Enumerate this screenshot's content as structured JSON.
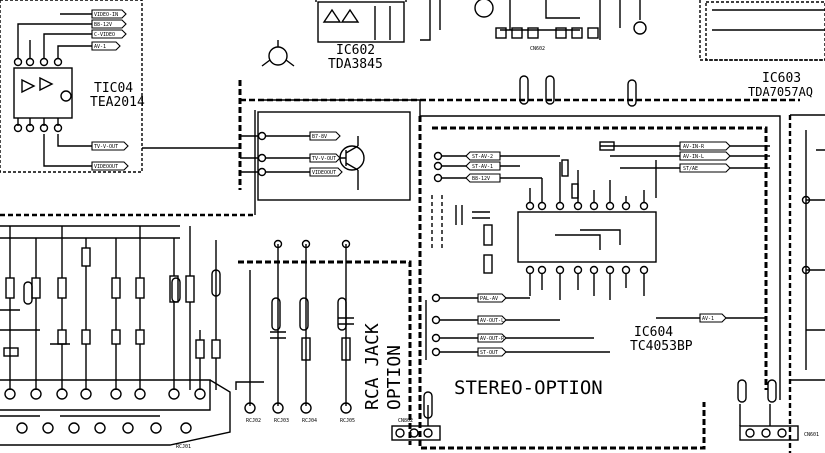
{
  "labels": {
    "ic602_name": "IC602",
    "ic602_part": "TDA3845",
    "ic603_name": "IC603",
    "ic603_part": "TDA7057AQ",
    "tic04_name": "TIC04",
    "tic04_part": "TEA2014",
    "ic604_name": "IC604",
    "ic604_part": "TC4053BP",
    "stereo_option": "STEREO-OPTION",
    "rca_jack": "RCA JACK",
    "rca_option": "OPTION"
  },
  "tags": {
    "video_in": "VIDEO-IN",
    "b8_12v": "B8-12V",
    "c_video": "C-VIDEO",
    "av_1": "AV-1",
    "b7_8v": "B7-8V",
    "tv_video": "TV-V-OUT",
    "video_out": "VIDEOOUT",
    "st_av": "ST-AV-2",
    "st_av1": "ST-AV-1",
    "b8_12v_b": "B8-12V",
    "av_in_r": "AV-IN-R",
    "av_in_l": "AV-IN-L",
    "st_ae": "ST/AE",
    "pal_av": "PAL-AV",
    "av_out_l": "AV-OUT-L",
    "av_out_r": "AV-OUT-R",
    "st_out": "ST-OUT",
    "av_i": "AV-1"
  },
  "connectors": {
    "cn602": "CN602",
    "cn601": "CN601",
    "cn802": "CN802",
    "rcj02": "RCJ02",
    "rcj03": "RCJ03",
    "rcj04": "RCJ04",
    "rcj05": "RCJ05",
    "rcj01": "RCJ01"
  }
}
